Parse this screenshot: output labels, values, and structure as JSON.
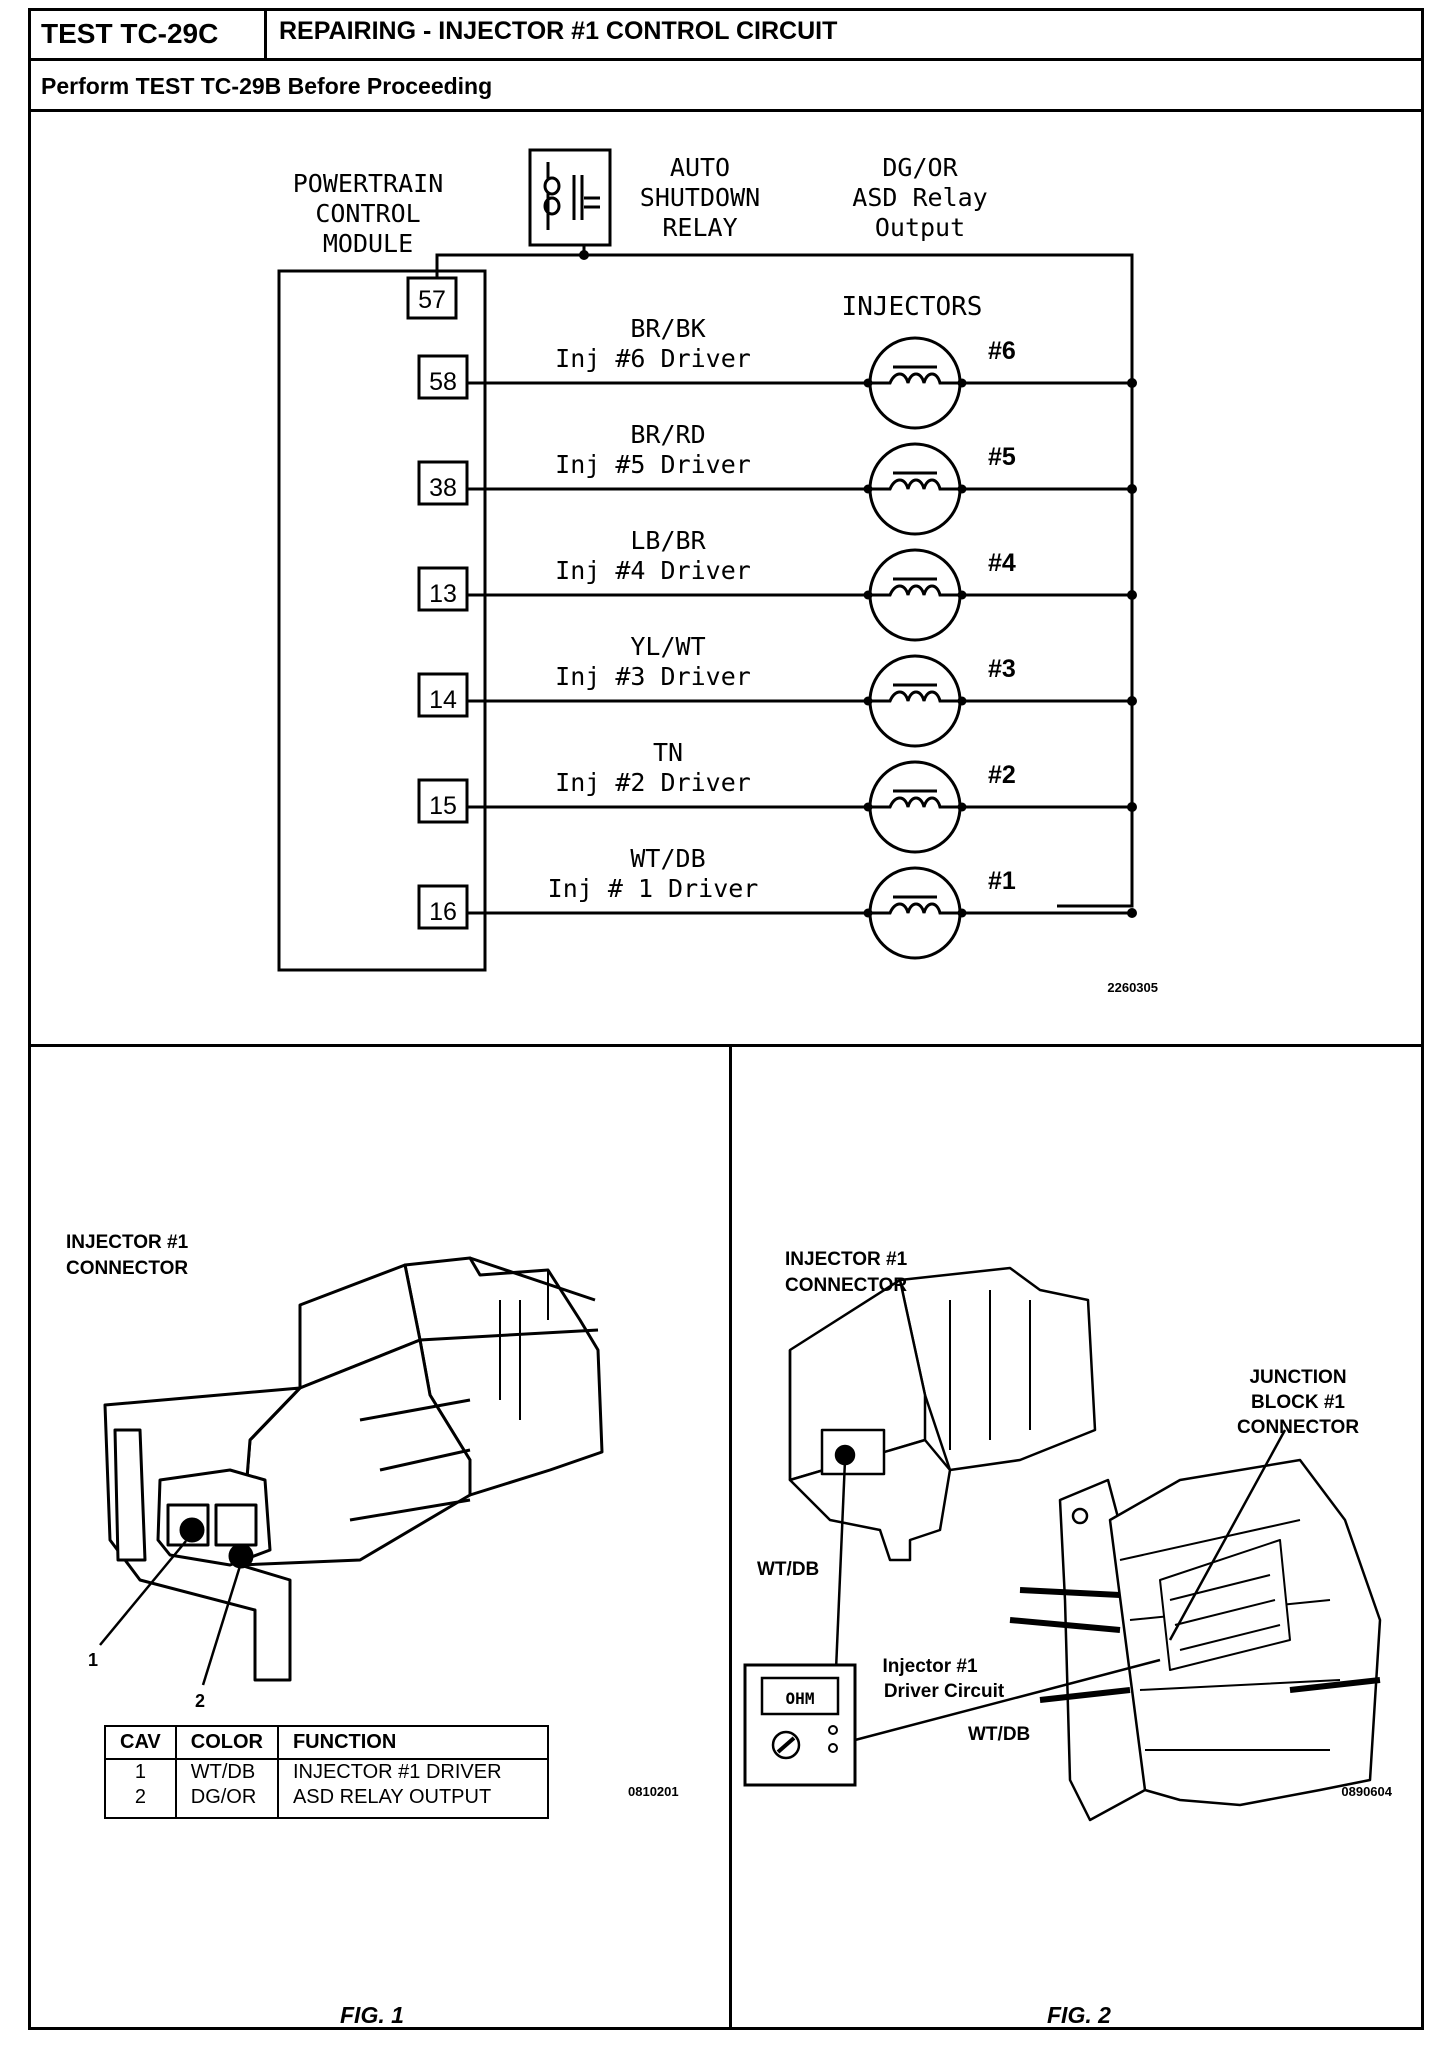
{
  "header": {
    "test_id": "TEST TC-29C",
    "title": "REPAIRING - INJECTOR #1 CONTROL CIRCUIT",
    "subtitle": "Perform TEST TC-29B Before Proceeding"
  },
  "schematic": {
    "pcm_label": [
      "POWERTRAIN",
      "CONTROL",
      "MODULE"
    ],
    "relay_label": [
      "AUTO",
      "SHUTDOWN",
      "RELAY"
    ],
    "output_label": [
      "DG/OR",
      "ASD Relay",
      "Output"
    ],
    "injectors_title": "INJECTORS",
    "pin_57": "57",
    "drivers": [
      {
        "pin": "58",
        "color": "BR/BK",
        "label": "Inj #6 Driver",
        "inj": "#6"
      },
      {
        "pin": "38",
        "color": "BR/RD",
        "label": "Inj #5 Driver",
        "inj": "#5"
      },
      {
        "pin": "13",
        "color": "LB/BR",
        "label": "Inj #4 Driver",
        "inj": "#4"
      },
      {
        "pin": "14",
        "color": "YL/WT",
        "label": "Inj #3 Driver",
        "inj": "#3"
      },
      {
        "pin": "15",
        "color": "TN",
        "label": "Inj #2 Driver",
        "inj": "#2"
      },
      {
        "pin": "16",
        "color": "WT/DB",
        "label": "Inj # 1 Driver",
        "inj": "#1"
      }
    ],
    "code": "2260305"
  },
  "fig1": {
    "connector_label": [
      "INJECTOR #1",
      "CONNECTOR"
    ],
    "callout_1": "1",
    "callout_2": "2",
    "code": "0810201",
    "caption": "FIG. 1",
    "table": {
      "headers": [
        "CAV",
        "COLOR",
        "FUNCTION"
      ],
      "rows": [
        [
          "1",
          "WT/DB",
          "INJECTOR #1 DRIVER"
        ],
        [
          "2",
          "DG/OR",
          "ASD RELAY OUTPUT"
        ]
      ]
    }
  },
  "fig2": {
    "connector_label": [
      "INJECTOR #1",
      "CONNECTOR"
    ],
    "junction_label": [
      "JUNCTION",
      "BLOCK #1",
      "CONNECTOR"
    ],
    "wire_label_left": "WT/DB",
    "circuit_label": [
      "Injector #1",
      "Driver Circuit"
    ],
    "wire_label_right": "WT/DB",
    "meter_display": "OHM",
    "code": "0890604",
    "caption": "FIG. 2"
  }
}
